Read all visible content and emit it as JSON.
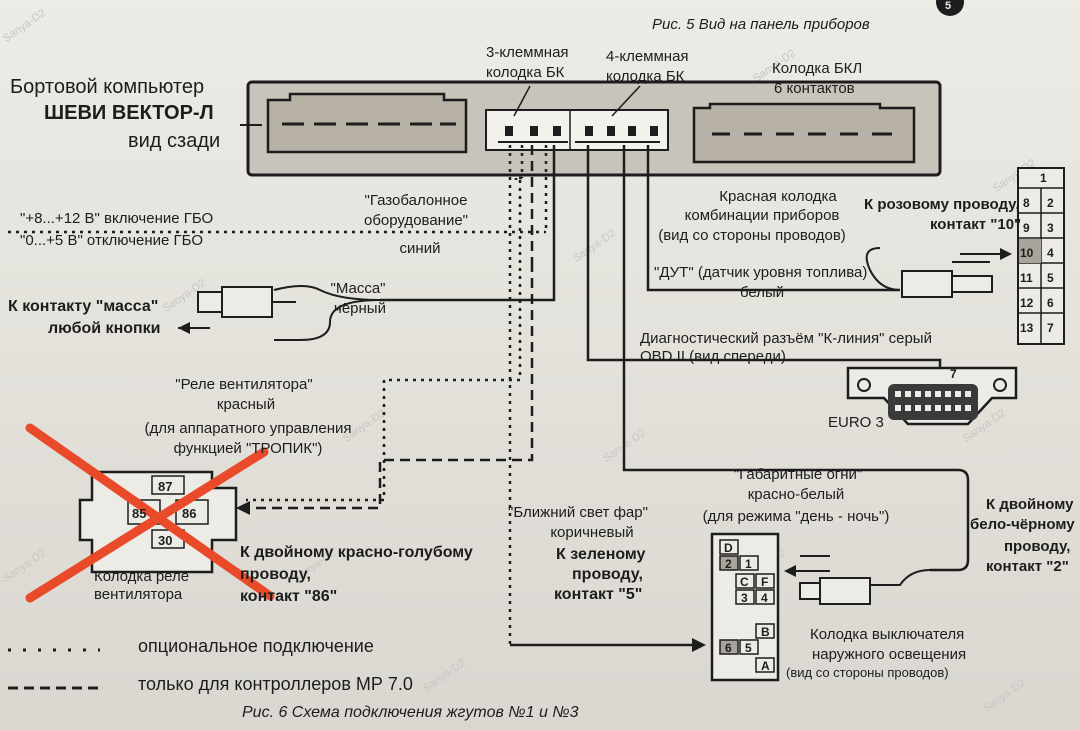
{
  "header": {
    "fig5_caption": "Рис. 5 Вид на панель приборов",
    "page_number": "5"
  },
  "computer": {
    "line1": "Бортовой компьютер",
    "line2": "ШЕВИ ВЕКТОР-Л",
    "line3": "вид сзади"
  },
  "connectors": {
    "three_pin_line1": "3-клеммная",
    "three_pin_line2": "колодка БК",
    "four_pin_line1": "4-клеммная",
    "four_pin_line2": "колодка БК",
    "bkl_line1": "Колодка БКЛ",
    "bkl_line2": "6 контактов"
  },
  "gbo": {
    "switch_on": "\"+8...+12 В\" включение ГБО",
    "switch_off": "\"0...+5 В\" отключение ГБО",
    "label_line1": "\"Газобалонное",
    "label_line2": "оборудование\"",
    "label_line3": "синий"
  },
  "red_plug": {
    "line1": "Красная колодка",
    "line2": "комбинации приборов",
    "line3": "(вид со стороны проводов)",
    "pink_line1": "К розовому проводу,",
    "pink_line2": "контакт \"10\"",
    "pins": [
      [
        "1",
        ""
      ],
      [
        "8",
        "2"
      ],
      [
        "9",
        "3"
      ],
      [
        "10",
        "4"
      ],
      [
        "11",
        "5"
      ],
      [
        "12",
        "6"
      ],
      [
        "13",
        "7"
      ]
    ]
  },
  "dut": {
    "line1": "\"ДУТ\" (датчик уровня топлива)",
    "line2": "белый"
  },
  "ground": {
    "label_line1": "\"Масса\"",
    "label_line2": "чёрный",
    "target_line1": "К контакту \"масса\"",
    "target_line2": "любой кнопки"
  },
  "obd": {
    "line1": "Диагностический разъём  \"К-линия\" серый",
    "line2": "OBD II (вид спереди)",
    "pin": "7",
    "euro": "EURO 3"
  },
  "fan_relay": {
    "line1": "\"Реле вентилятора\"",
    "line2": "красный",
    "line3": "(для аппаратного управления",
    "line4": "функцией \"ТРОПИК\")",
    "pins": [
      "87",
      "85",
      "86",
      "30"
    ],
    "name_line1": "Колодка реле",
    "name_line2": "вентилятора",
    "target_line1": "К двойному красно-голубому",
    "target_line2": "проводу,",
    "target_line3": "контакт \"86\""
  },
  "parking_lights": {
    "line1": "\"Габаритные огни\"",
    "line2": "красно-белый",
    "line3": "(для режима \"день - ночь\")",
    "target_line1": "К двойному",
    "target_line2": "бело-чёрному",
    "target_line3": "проводу,",
    "target_line4": "контакт \"2\""
  },
  "low_beam": {
    "line1": "\"Ближний свет фар\"",
    "line2": "коричневый",
    "target_line1": "К зеленому",
    "target_line2": "проводу,",
    "target_line3": "контакт \"5\""
  },
  "light_switch": {
    "pins": [
      "D",
      "2",
      "1",
      "C",
      "F",
      "3",
      "4",
      "B",
      "6",
      "5",
      "A"
    ],
    "line1": "Колодка выключателя",
    "line2": "наружного освещения",
    "line3": "(вид со стороны проводов)"
  },
  "legend": {
    "dotted_label": "опциональное подключение",
    "dashed_label": "только для контроллеров МР 7.0"
  },
  "footer": {
    "fig6_caption": "Рис. 6  Схема подключения  жгутов №1 и №3"
  },
  "watermark": "Sanya-D2",
  "colors": {
    "ink": "#1d1d1d",
    "cross": "#e84a2a",
    "paper": "#e7e4dd",
    "panel": "#c9c4bb"
  }
}
